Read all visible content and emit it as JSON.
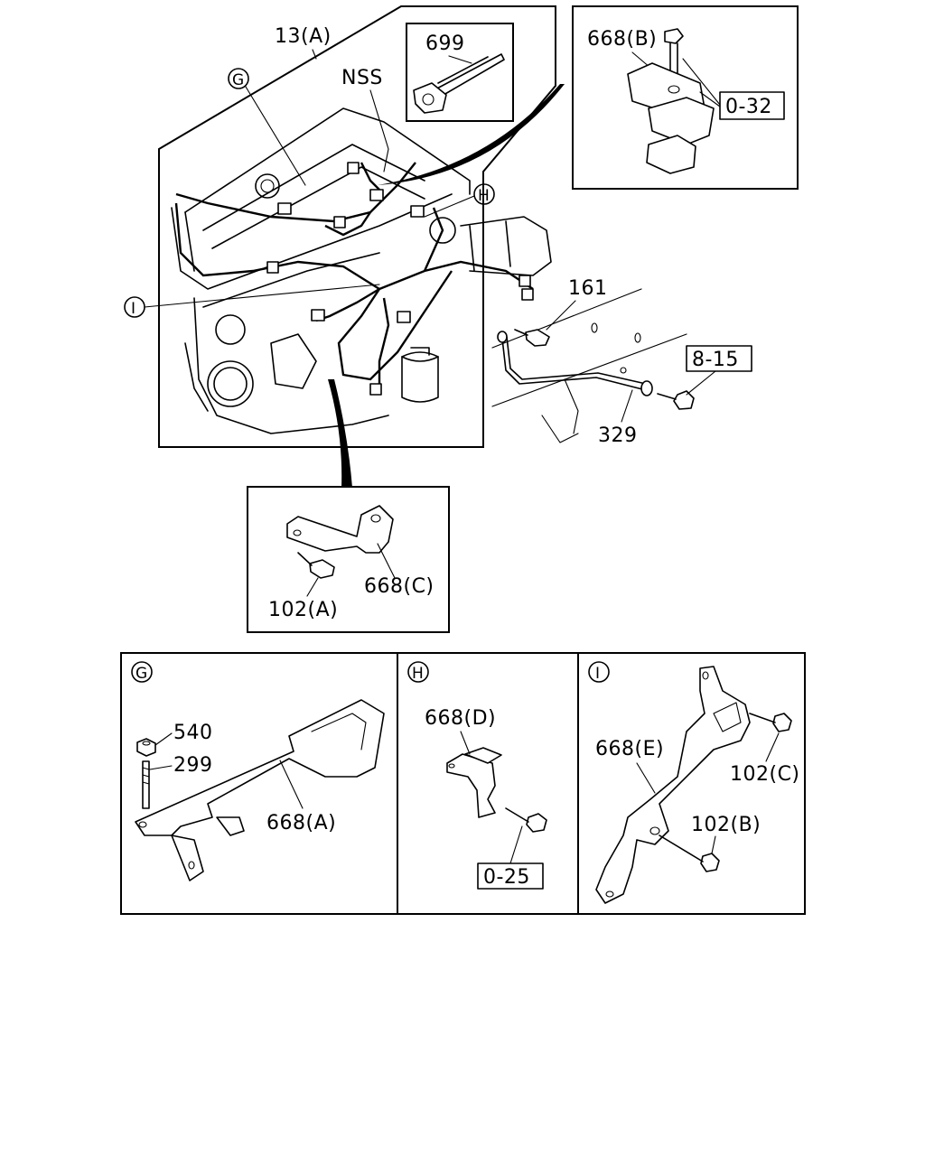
{
  "callouts": {
    "main_assembly": "13(A)",
    "nss": "NSS",
    "ref_g_top": "G",
    "ref_h_top": "H",
    "ref_i_top": "I",
    "clip": "699",
    "bracket_b": "668(B)",
    "ref_0_32": "0-32",
    "ground_bolt": "161",
    "ref_8_15": "8-15",
    "ground_cable": "329",
    "bracket_c": "668(C)",
    "bolt_a": "102(A)"
  },
  "details": {
    "g": {
      "marker": "G",
      "nut": "540",
      "stud": "299",
      "bracket": "668(A)"
    },
    "h": {
      "marker": "H",
      "bracket": "668(D)",
      "ref": "0-25"
    },
    "i": {
      "marker": "I",
      "bracket": "668(E)",
      "bolt_c": "102(C)",
      "bolt_b": "102(B)"
    }
  }
}
